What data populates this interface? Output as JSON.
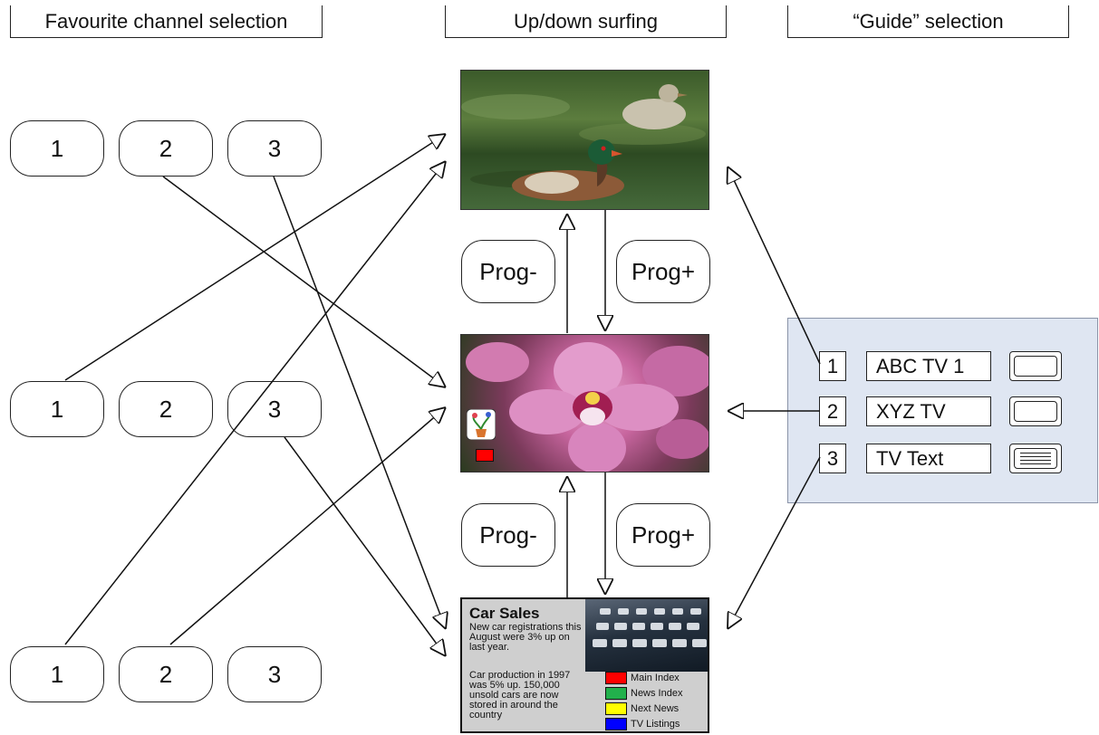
{
  "headers": {
    "favourite": "Favourite channel selection",
    "surfing": "Up/down surfing",
    "guide": "“Guide” selection"
  },
  "favourite_rows": [
    {
      "keys": [
        "1",
        "2",
        "3"
      ]
    },
    {
      "keys": [
        "1",
        "2",
        "3"
      ]
    },
    {
      "keys": [
        "1",
        "2",
        "3"
      ]
    }
  ],
  "prog_buttons": {
    "upper": {
      "minus": "Prog-",
      "plus": "Prog+"
    },
    "lower": {
      "minus": "Prog-",
      "plus": "Prog+"
    }
  },
  "guide": {
    "rows": [
      {
        "number": "1",
        "name": "ABC TV 1",
        "icon": "tv-icon"
      },
      {
        "number": "2",
        "name": "XYZ TV",
        "icon": "tv-icon"
      },
      {
        "number": "3",
        "name": "TV Text",
        "icon": "teletext-icon"
      }
    ]
  },
  "screens": {
    "duck": {
      "subject": "ducks-photo"
    },
    "orchid": {
      "subject": "orchid-photo"
    },
    "text": {
      "title": "Car Sales",
      "para1": "New car registrations this August were 3% up on last year.",
      "para2": "Car production in 1997 was 5% up. 150,000 unsold cars are now stored in around the country",
      "links": [
        {
          "label": "Main Index",
          "color": "#ff0000"
        },
        {
          "label": "News Index",
          "color": "#22b14c"
        },
        {
          "label": "Next News",
          "color": "#ffff00"
        },
        {
          "label": "TV Listings",
          "color": "#0000ff"
        }
      ]
    }
  }
}
